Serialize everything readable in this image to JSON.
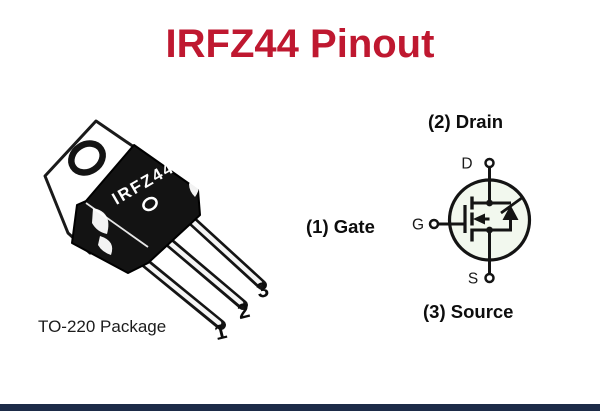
{
  "title": "IRFZ44 Pinout",
  "colors": {
    "title_red": "#bf1830",
    "background": "#ffffff",
    "line_black": "#141414",
    "symbol_fill": "#f2f8ee",
    "bottom_bar_navy": "#1d2b48"
  },
  "package": {
    "part_number": "IRFZ44",
    "caption": "TO-220 Package",
    "pin_numbers": [
      "1",
      "2",
      "3"
    ]
  },
  "schematic": {
    "pins": [
      {
        "letter": "D",
        "label": "(2) Drain"
      },
      {
        "letter": "G",
        "label": "(1) Gate"
      },
      {
        "letter": "S",
        "label": "(3) Source"
      }
    ]
  }
}
